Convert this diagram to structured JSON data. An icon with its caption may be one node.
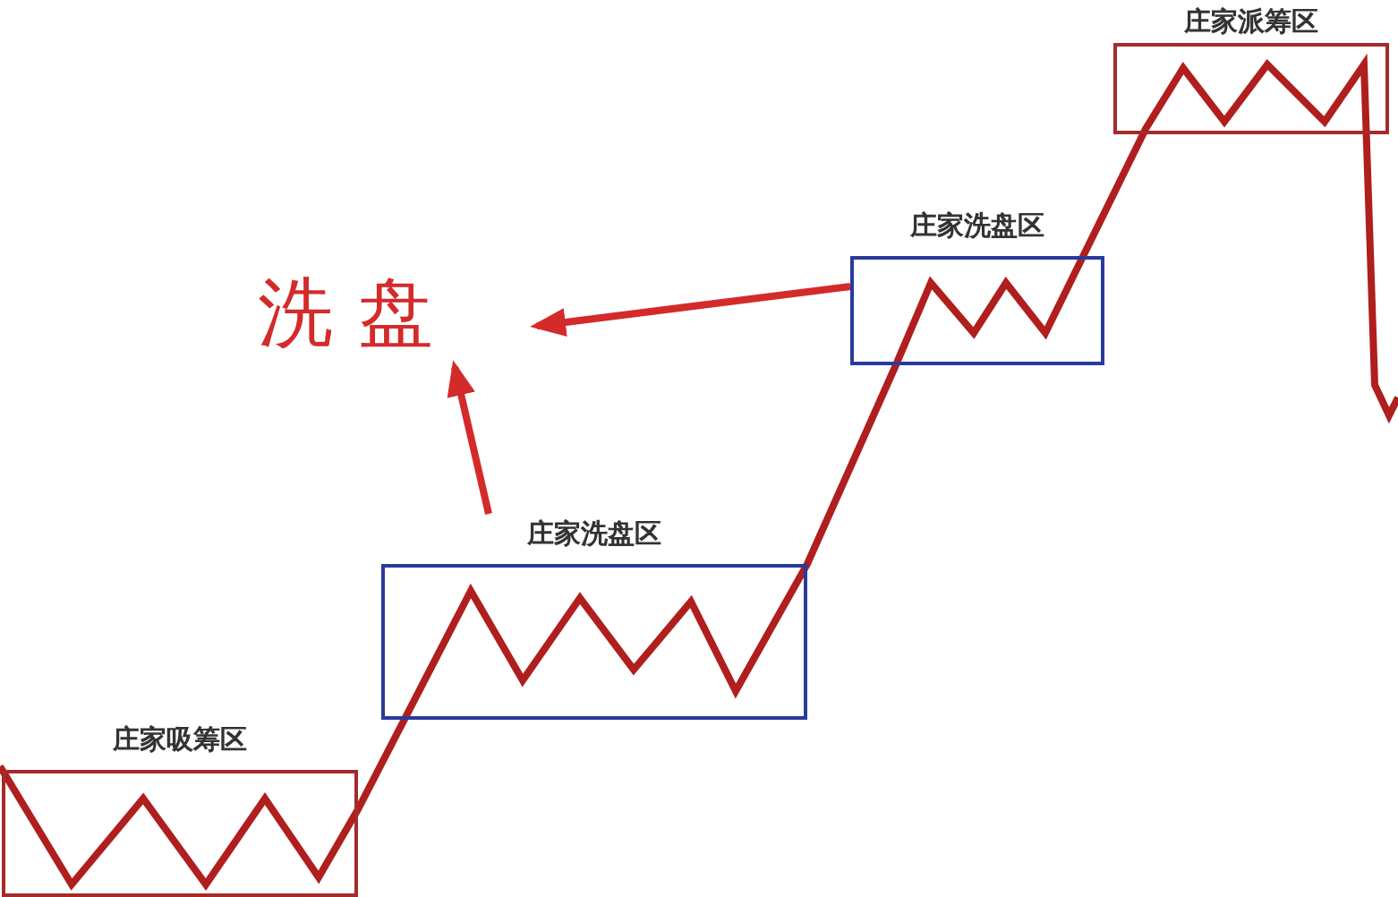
{
  "diagram": {
    "nodes": [
      {
        "text": [
          "庄家吸筹区"
        ]
      },
      {
        "text": [
          "庄家洗盘区"
        ]
      },
      {
        "text": [
          "庄家洗盘区"
        ]
      },
      {
        "text": [
          "庄家派筹区"
        ]
      },
      {
        "text": [
          "洗盘"
        ]
      }
    ],
    "edges": [
      {
        "from": 2,
        "to": 4,
        "arrow": "to"
      },
      {
        "from": 1,
        "to": 4,
        "arrow": "to"
      }
    ]
  }
}
